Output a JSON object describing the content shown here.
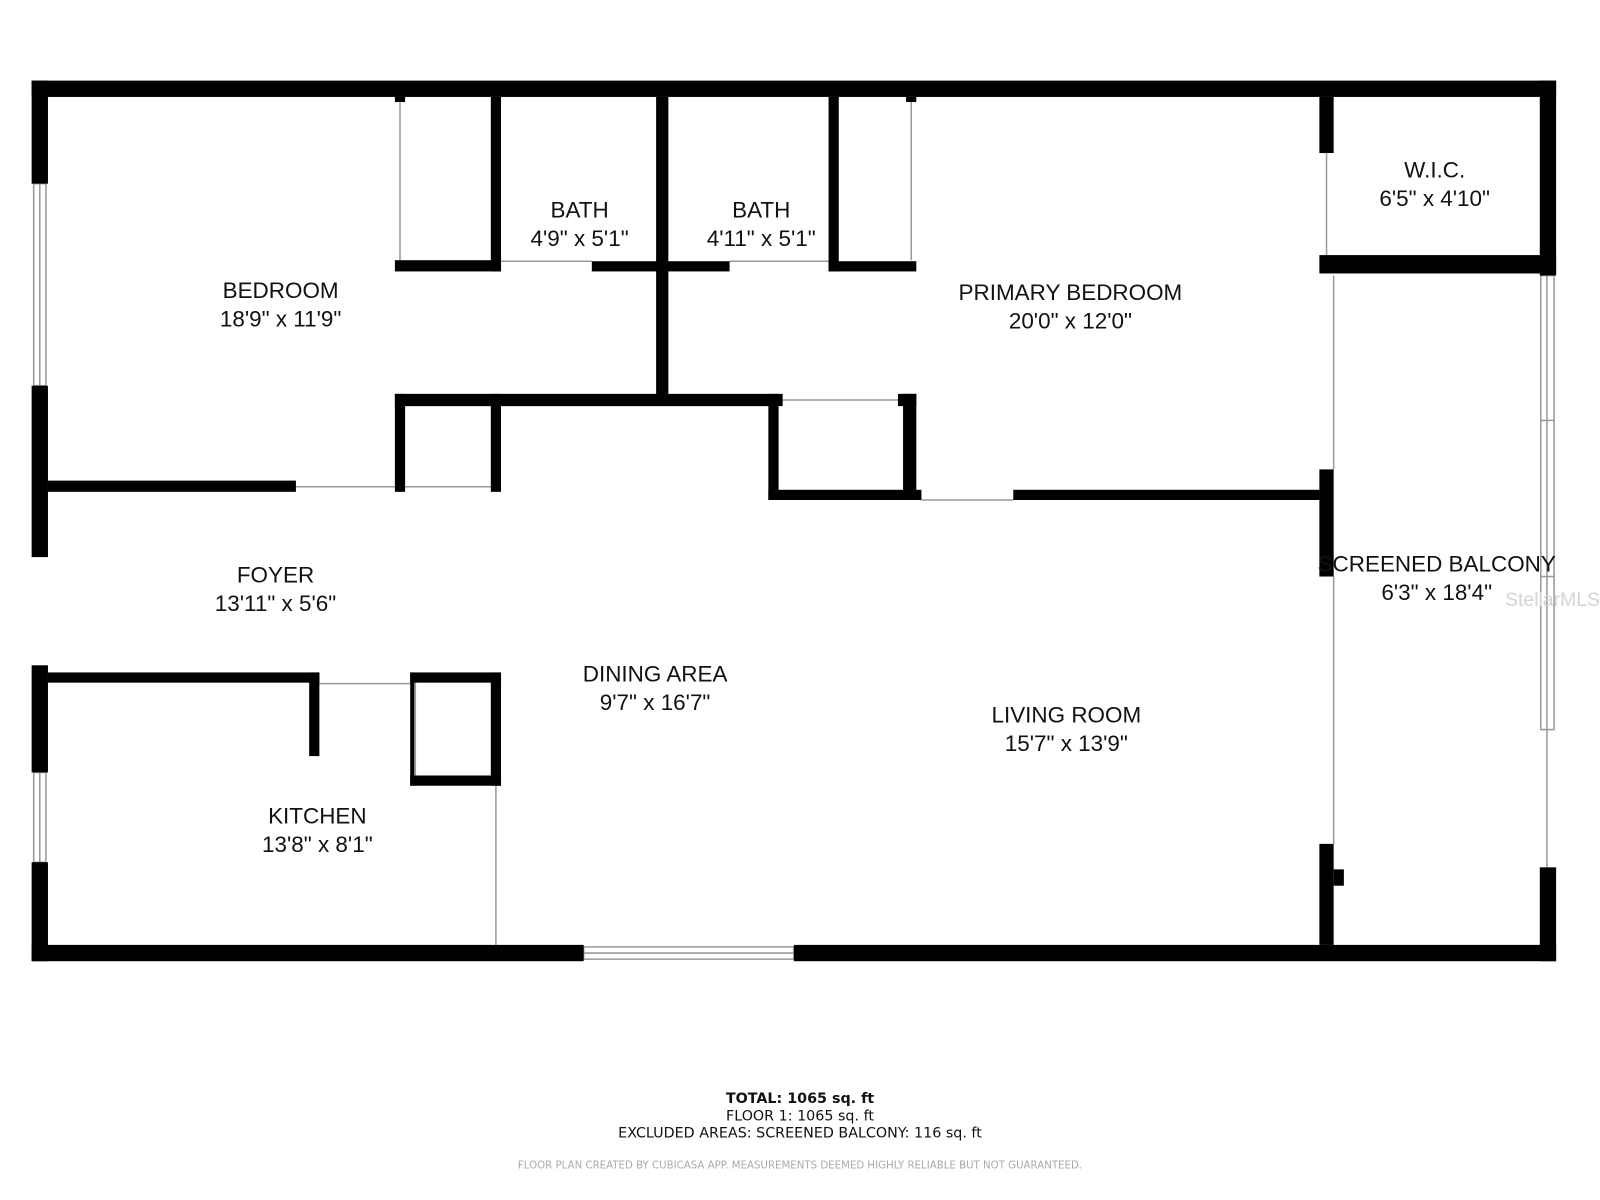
{
  "rooms": [
    {
      "name": "BEDROOM",
      "size": "18'9\" x 11'9\""
    },
    {
      "name": "BATH",
      "size": "4'9\" x 5'1\""
    },
    {
      "name": "BATH",
      "size": "4'11\" x 5'1\""
    },
    {
      "name": "PRIMARY BEDROOM",
      "size": "20'0\" x 12'0\""
    },
    {
      "name": "W.I.C.",
      "size": "6'5\" x 4'10\""
    },
    {
      "name": "FOYER",
      "size": "13'11\" x 5'6\""
    },
    {
      "name": "SCREENED BALCONY",
      "size": "6'3\" x 18'4\""
    },
    {
      "name": "DINING AREA",
      "size": "9'7\" x 16'7\""
    },
    {
      "name": "LIVING ROOM",
      "size": "15'7\" x 13'9\""
    },
    {
      "name": "KITCHEN",
      "size": "13'8\" x 8'1\""
    }
  ],
  "footer": {
    "total": "TOTAL: 1065 sq. ft",
    "floor": "FLOOR 1: 1065 sq. ft",
    "excluded": "EXCLUDED AREAS: SCREENED BALCONY: 116 sq. ft",
    "disclaimer": "FLOOR PLAN CREATED BY CUBICASA APP. MEASUREMENTS DEEMED HIGHLY RELIABLE BUT NOT GUARANTEED."
  },
  "watermark": "StellarMLS",
  "colors": {
    "wall": "#000000",
    "window": "#888888"
  }
}
